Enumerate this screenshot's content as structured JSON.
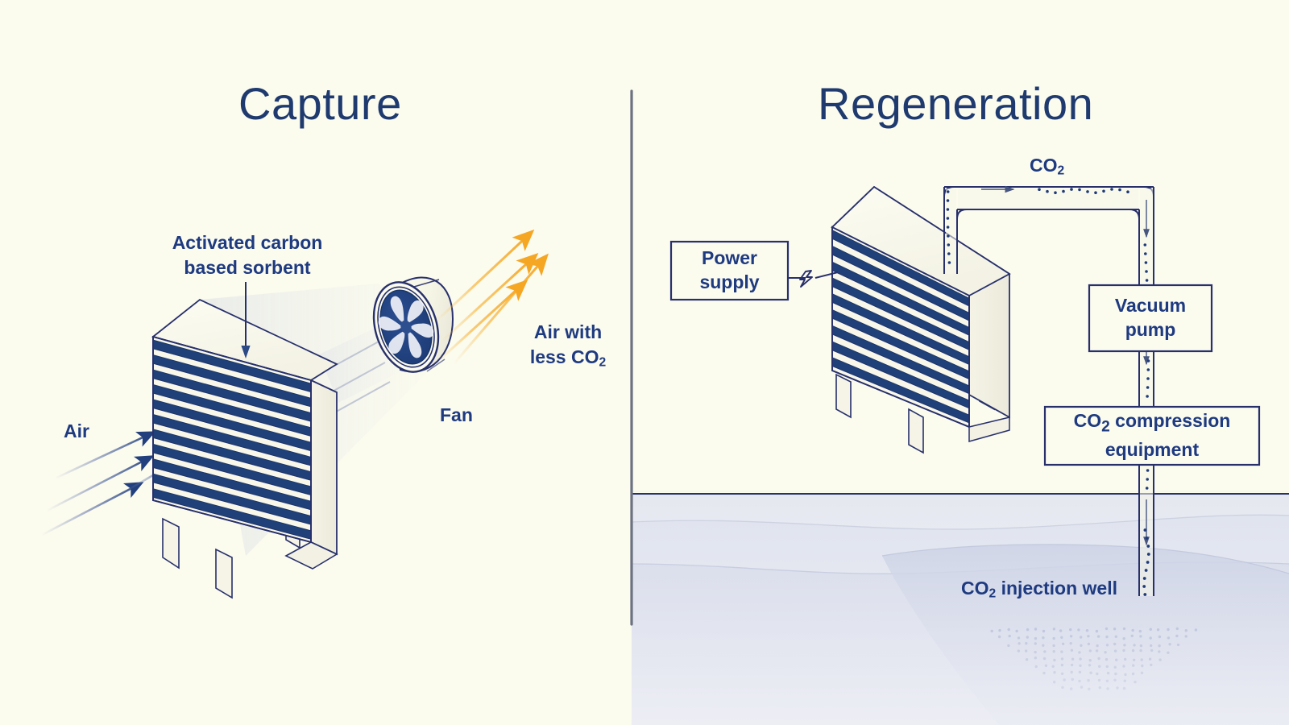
{
  "diagram": {
    "background_color": "#fbfbee",
    "navy": "#1e3a6e",
    "navy_text": "#1e3a80",
    "slat_navy": "#1f4078",
    "orange": "#f5a623",
    "divider_color": "#6b7280"
  },
  "panels": {
    "left": {
      "title": "Capture"
    },
    "right": {
      "title": "Regeneration"
    }
  },
  "capture": {
    "sorbent_label": "Activated carbon\nbased sorbent",
    "sorbent_label_line1": "Activated carbon",
    "sorbent_label_line2": "based sorbent",
    "air_in_label": "Air",
    "fan_label": "Fan",
    "air_out_line1": "Air with",
    "air_out_line2_pre": "less CO",
    "air_out_line2_sub": "2"
  },
  "regeneration": {
    "power_supply_line1": "Power",
    "power_supply_line2": "supply",
    "co2_pipe_label_pre": "CO",
    "co2_pipe_label_sub": "2",
    "vacuum_pump_line1": "Vacuum",
    "vacuum_pump_line2": "pump",
    "compression_line1_pre": "CO",
    "compression_line1_sub": "2",
    "compression_line1_post": " compression",
    "compression_line2": "equipment",
    "injection_well_pre": "CO",
    "injection_well_sub": "2",
    "injection_well_post": " injection well"
  },
  "icons": {
    "power_connector": "lightning-bolt-icon",
    "fan": "fan-icon",
    "arrow_air_in": "arrow-icon",
    "arrow_air_out": "arrow-icon",
    "arrow_flow": "arrow-icon"
  }
}
